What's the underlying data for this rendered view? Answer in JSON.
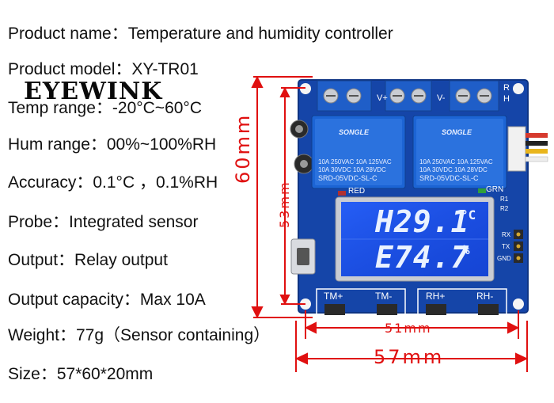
{
  "specs": [
    "Product name：Temperature and humidity controller",
    "Product model：XY-TR01",
    "Temp range：-20°C~60°C",
    "Hum range：00%~100%RH",
    "Accuracy：0.1°C ，0.1%RH",
    "Probe：Integrated sensor",
    "Output：Relay output",
    "Output capacity：Max 10A",
    "Weight：77g（Sensor containing）",
    "Size：57*60*20mm"
  ],
  "brand": "EYEWINK",
  "dimensions": {
    "height_outer": "60mm",
    "height_inner": "53mm",
    "width_inner": "51mm",
    "width_outer": "57mm"
  },
  "lcd": {
    "row1_value": "H29.1",
    "row1_unit": "°C",
    "row2_value": "E74.7",
    "row2_unit": "%"
  },
  "buttons": [
    "TM+",
    "TM-",
    "RH+",
    "RH-"
  ],
  "relay": {
    "brand": "SONGLE",
    "model": "SRD-05VDC-SL-C",
    "rating_lines": [
      "10A 250VAC  10A 125VAC",
      "10A 30VDC   10A 28VDC"
    ]
  },
  "board_labels": {
    "top_left": "V+",
    "top_right": "V-",
    "rh": "RH",
    "red": "RED",
    "grn": "GRN",
    "r1": "R1",
    "r2": "R2",
    "rx": "RX",
    "tx": "TX",
    "gnd": "GND"
  }
}
